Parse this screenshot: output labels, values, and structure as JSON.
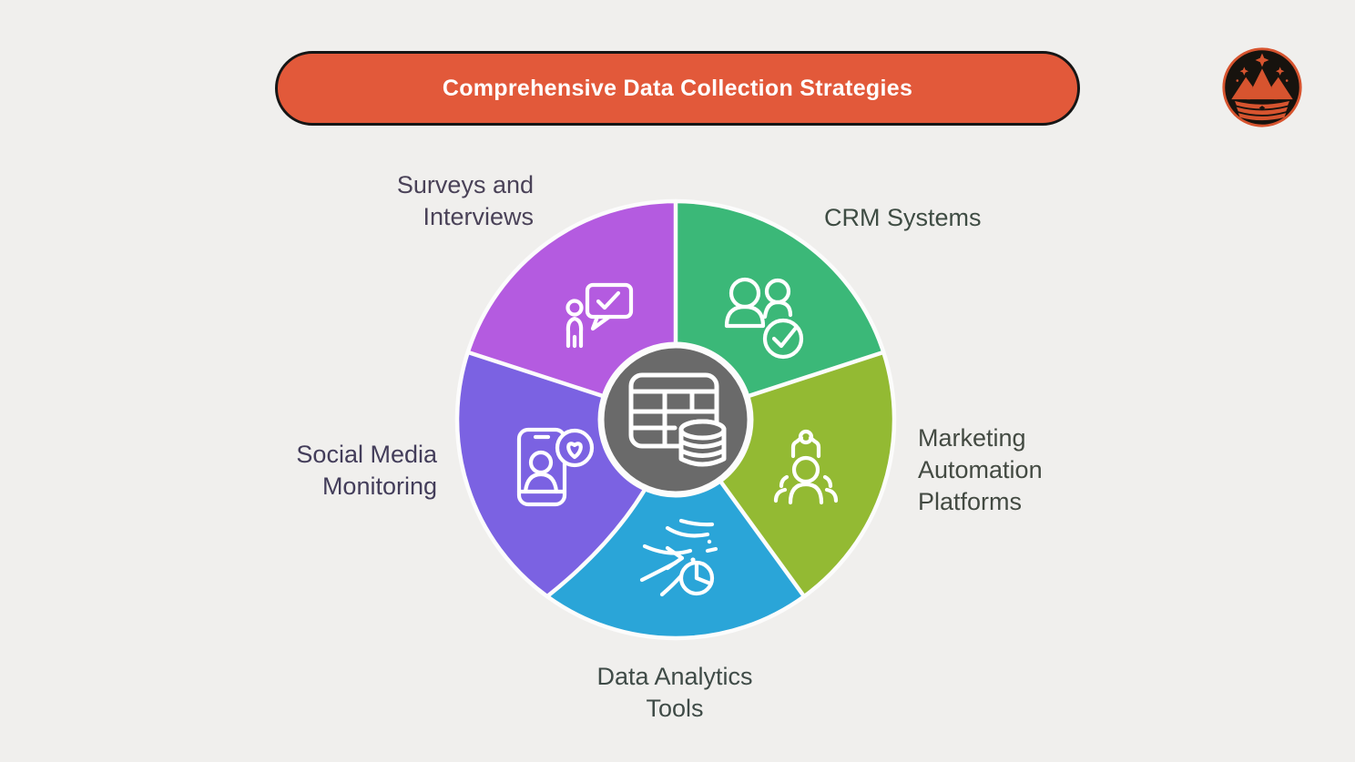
{
  "title": {
    "text": "Comprehensive Data Collection Strategies",
    "bg_color": "#e2593a",
    "border_color": "#161616",
    "text_color": "#ffffff"
  },
  "logo": {
    "name": "mountain-crown-logo",
    "bg_color": "#17130e",
    "accent_color": "#d7542f"
  },
  "diagram": {
    "type": "pinwheel",
    "center": {
      "color": "#6a6a6a",
      "icon": "data-table-database-icon"
    },
    "segments": [
      {
        "id": "surveys",
        "label": "Surveys and\nInterviews",
        "color": "#b45be0",
        "icon": "person-speech-check-icon"
      },
      {
        "id": "crm",
        "label": "CRM Systems",
        "color": "#3bb878",
        "icon": "people-check-icon"
      },
      {
        "id": "marketing",
        "label": "Marketing\nAutomation\nPlatforms",
        "color": "#93ba33",
        "icon": "robot-claw-person-icon"
      },
      {
        "id": "analytics",
        "label": "Data Analytics\nTools",
        "color": "#2aa5d8",
        "icon": "data-flow-pie-icon"
      },
      {
        "id": "social",
        "label": "Social Media\nMonitoring",
        "color": "#7b62e2",
        "icon": "phone-heart-icon"
      }
    ]
  }
}
